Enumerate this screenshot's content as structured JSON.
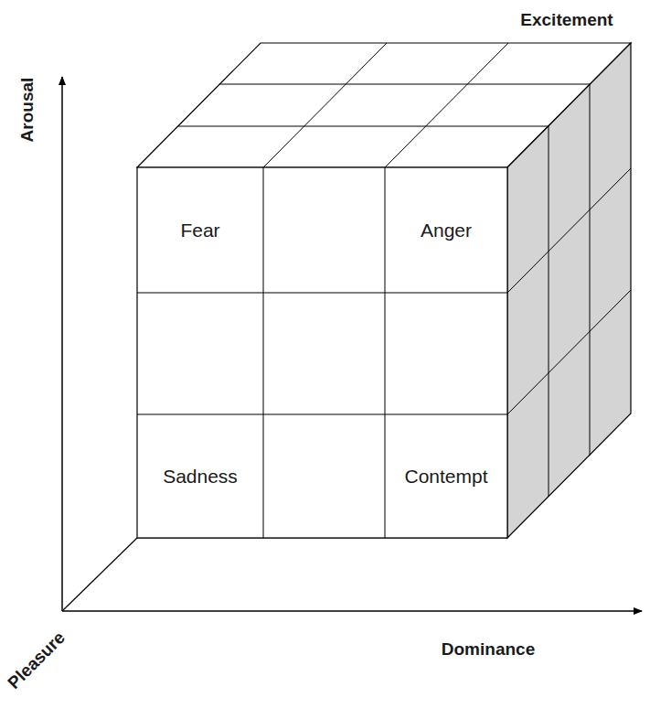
{
  "diagram": {
    "nodes": [
      {
        "text": [
          "Fear"
        ]
      },
      {
        "text": [
          "Anger"
        ]
      },
      {
        "text": [
          "Sadness"
        ]
      },
      {
        "text": [
          "Contempt"
        ]
      }
    ],
    "labels": [
      "Excitement",
      "Arousal",
      "Dominance",
      "Pleasure"
    ]
  }
}
